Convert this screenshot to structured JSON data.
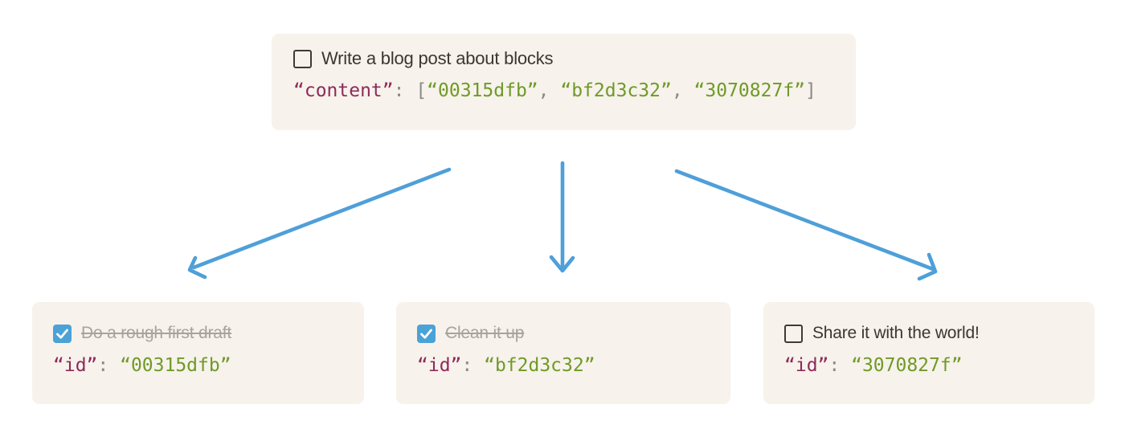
{
  "palette": {
    "page_bg": "#ffffff",
    "card_bg": "#f7f2eb",
    "text": "#3a3733",
    "done_text": "#a8a39c",
    "code_key": "#8e2a5c",
    "code_punct": "#8b8a85",
    "code_value": "#6f9a28",
    "checkbox_border": "#3e3b36",
    "checkbox_checked": "#4aa2d7",
    "arrow": "#4f9fd9"
  },
  "parent_block": {
    "todo_label": "Write a blog post about blocks",
    "checked": false,
    "code_tokens": [
      {
        "t": "“content”",
        "c": "key"
      },
      {
        "t": ": [",
        "c": "punct"
      },
      {
        "t": "“00315dfb”",
        "c": "value"
      },
      {
        "t": ", ",
        "c": "punct"
      },
      {
        "t": "“bf2d3c32”",
        "c": "value"
      },
      {
        "t": ", ",
        "c": "punct"
      },
      {
        "t": "“3070827f”",
        "c": "value"
      },
      {
        "t": "]",
        "c": "punct"
      }
    ]
  },
  "child_blocks": [
    {
      "todo_label": "Do a rough first draft",
      "checked": true,
      "code_tokens": [
        {
          "t": "“id”",
          "c": "key"
        },
        {
          "t": ": ",
          "c": "punct"
        },
        {
          "t": "“00315dfb”",
          "c": "value"
        }
      ]
    },
    {
      "todo_label": "Clean it up",
      "checked": true,
      "code_tokens": [
        {
          "t": "“id”",
          "c": "key"
        },
        {
          "t": ": ",
          "c": "punct"
        },
        {
          "t": "“bf2d3c32”",
          "c": "value"
        }
      ]
    },
    {
      "todo_label": "Share it with the world!",
      "checked": false,
      "code_tokens": [
        {
          "t": "“id”",
          "c": "key"
        },
        {
          "t": ": ",
          "c": "punct"
        },
        {
          "t": "“3070827f”",
          "c": "value"
        }
      ]
    }
  ],
  "diagram": {
    "arrows": [
      "parent-to-left-child",
      "parent-to-middle-child",
      "parent-to-right-child"
    ]
  }
}
